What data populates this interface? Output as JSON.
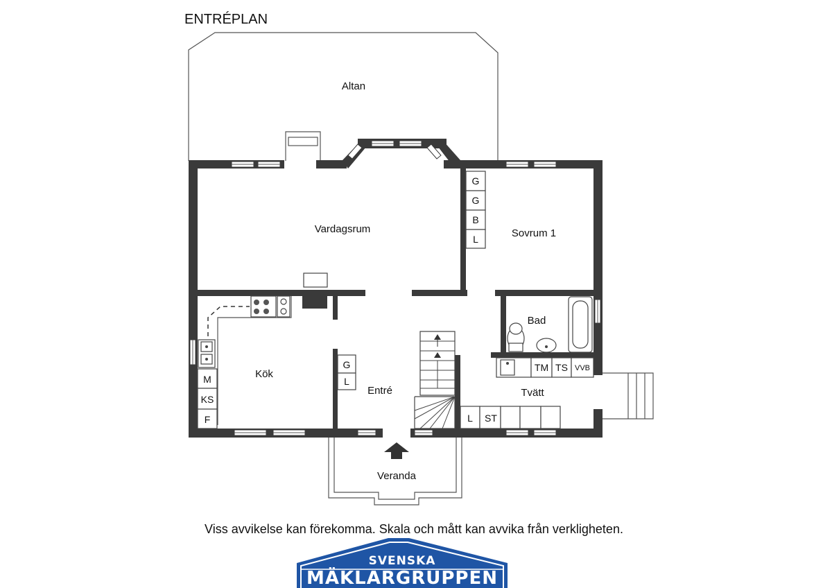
{
  "plan": {
    "title": "ENTRÉPLAN",
    "rooms": {
      "altan": "Altan",
      "vardagsrum": "Vardagsrum",
      "sovrum": "Sovrum 1",
      "bad": "Bad",
      "kok": "Kök",
      "entre": "Entré",
      "tvatt": "Tvätt",
      "veranda": "Veranda"
    },
    "closets": {
      "sovrum": [
        "G",
        "G",
        "B",
        "L"
      ],
      "entre": [
        "G",
        "L"
      ],
      "kok": [
        "M",
        "KS",
        "F"
      ],
      "tvatt_upper": [
        "TM",
        "TS",
        "VVB"
      ],
      "tvatt_lower": [
        "L",
        "ST"
      ]
    }
  },
  "footer": {
    "disclaimer": "Viss avvikelse kan förekomma. Skala och mått kan avvika från verkligheten."
  },
  "logo": {
    "line1": "SVENSKA",
    "line2": "MÄKLARGRUPPEN",
    "color": "#1f55a5"
  }
}
